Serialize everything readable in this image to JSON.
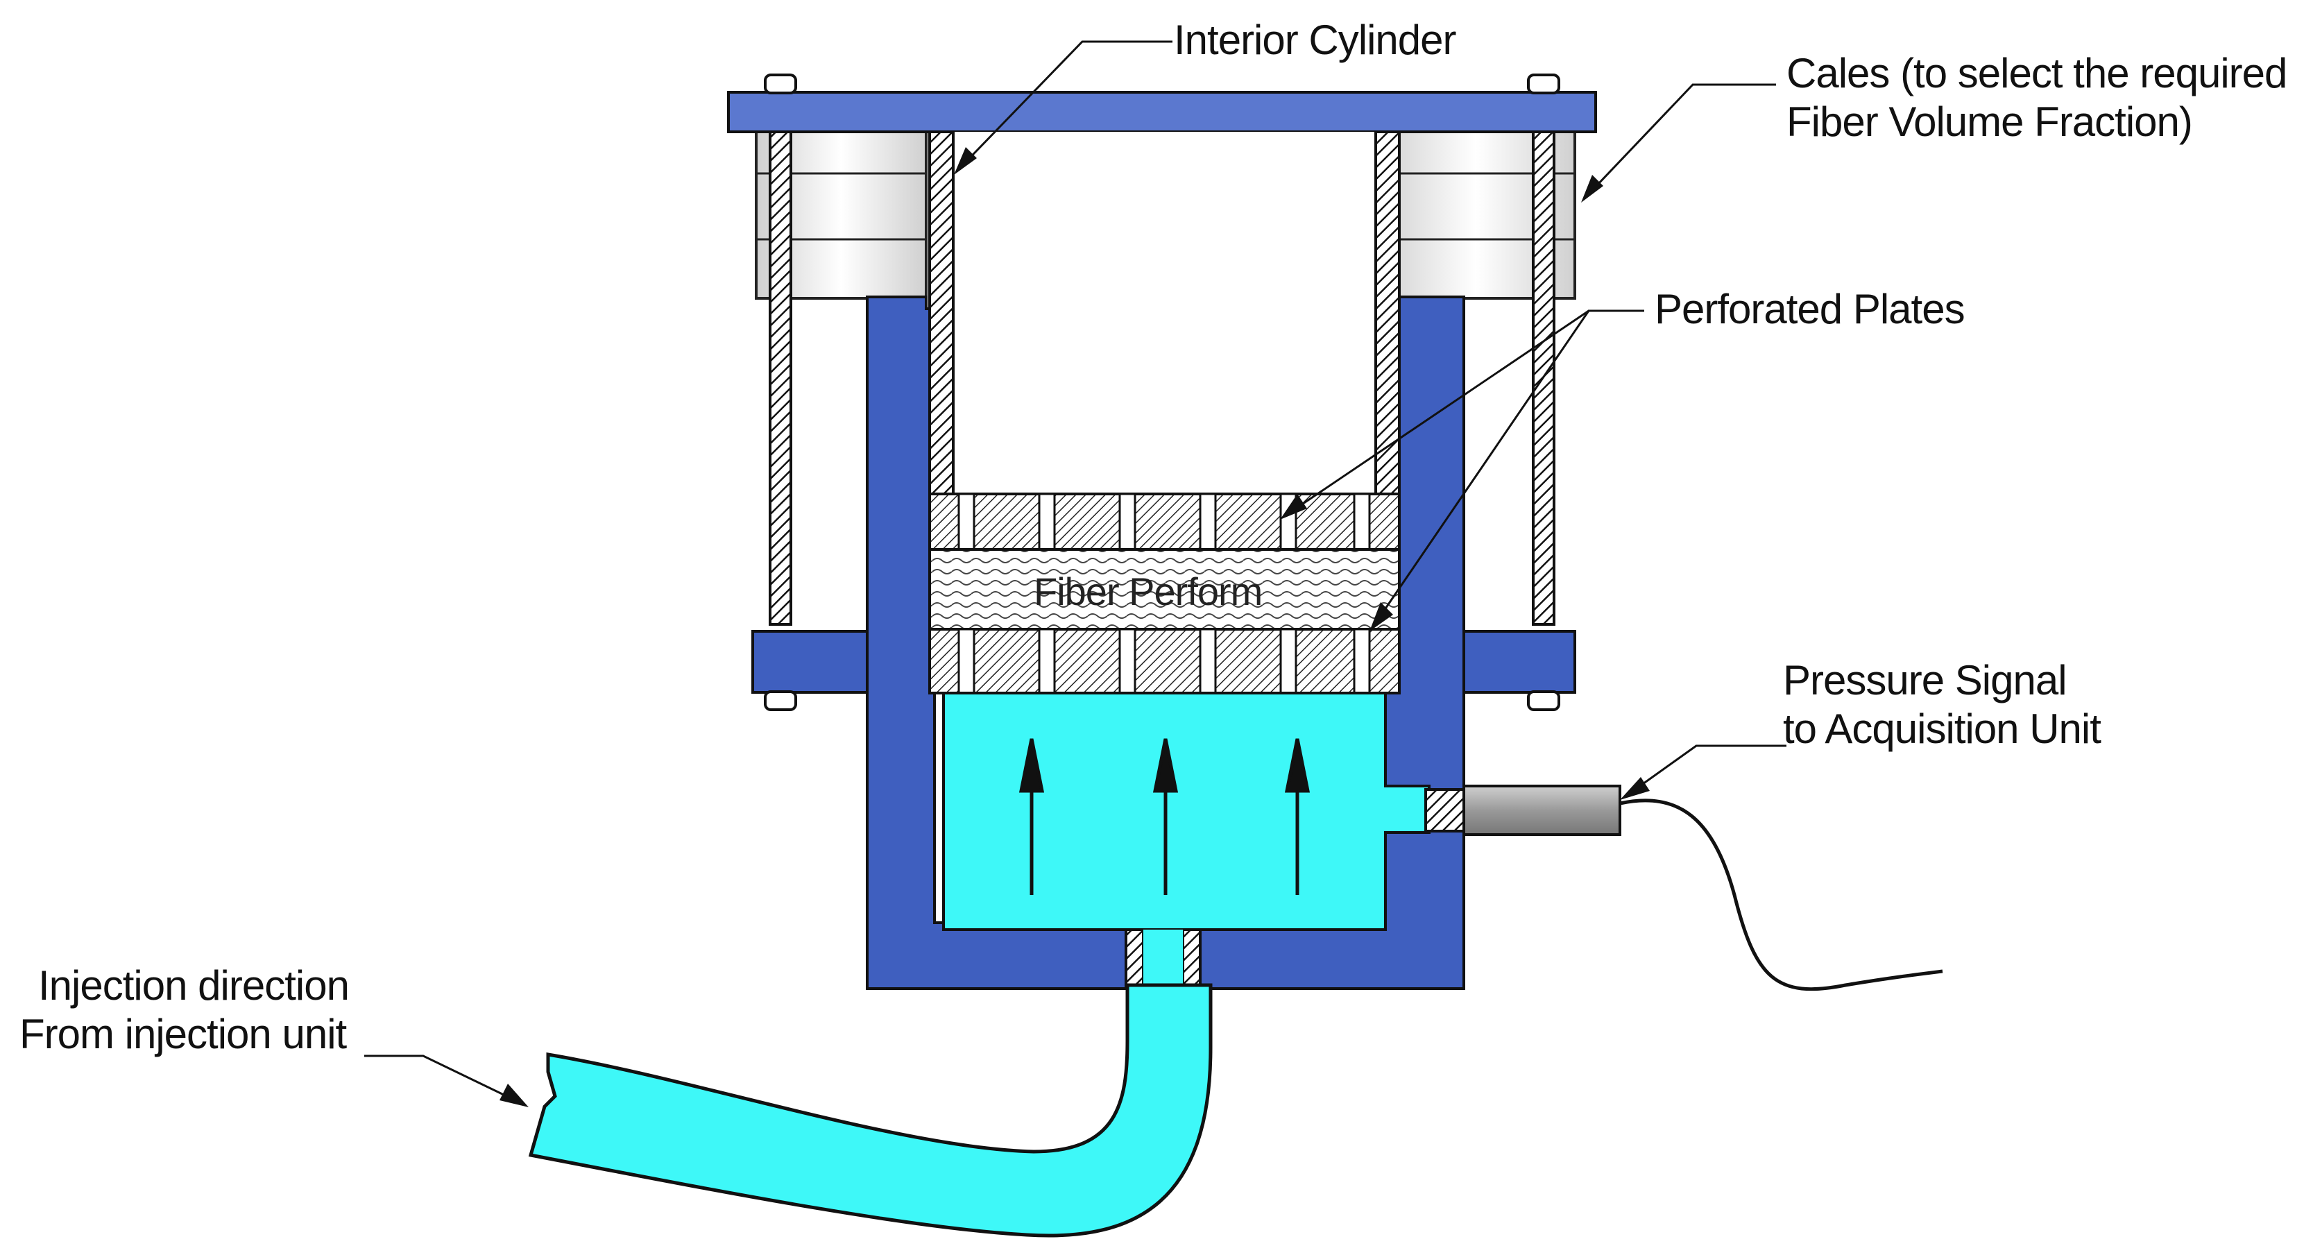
{
  "labels": {
    "interior_cylinder": "Interior Cylinder",
    "cales_line1": "Cales (to select the required",
    "cales_line2": "Fiber Volume Fraction)",
    "perforated_plates": "Perforated Plates",
    "fiber_perform": "Fiber Perform",
    "pressure_line1": "Pressure Signal",
    "pressure_line2": "to Acquisition Unit",
    "injection_line1": "Injection direction",
    "injection_line2": "From injection unit"
  },
  "colors": {
    "body_blue": "#3f5fbf",
    "plate_blue": "#5b78cf",
    "fluid_cyan": "#3ef8f8",
    "sensor_gray": "#a8a8a8",
    "outline": "#111111"
  }
}
